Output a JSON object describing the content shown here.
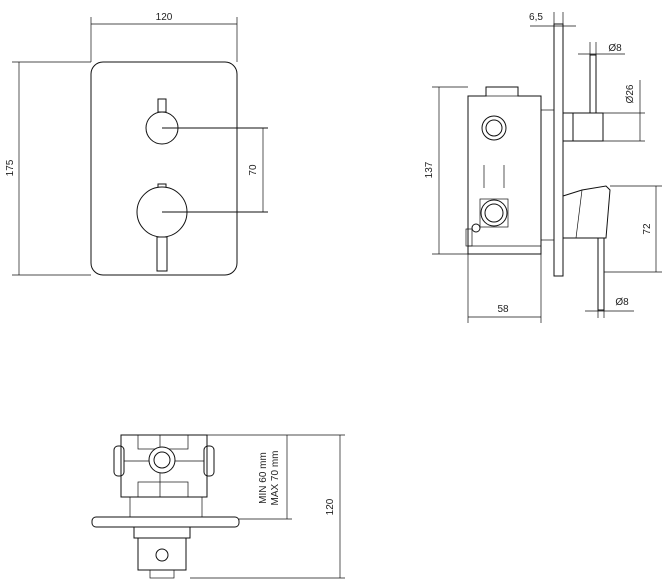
{
  "front_view": {
    "width_label": "120",
    "height_label": "175",
    "spacing_label": "70"
  },
  "side_view": {
    "plate_thickness_label": "6,5",
    "pin_top_label": "Ø8",
    "knob_dia_label": "Ø26",
    "body_height_label": "137",
    "lever_offset_label": "72",
    "depth_label": "58",
    "pin_bottom_label": "Ø8"
  },
  "top_view": {
    "min_depth_label": "MIN 60 mm",
    "max_depth_label": "MAX 70 mm",
    "overall_label": "120"
  }
}
